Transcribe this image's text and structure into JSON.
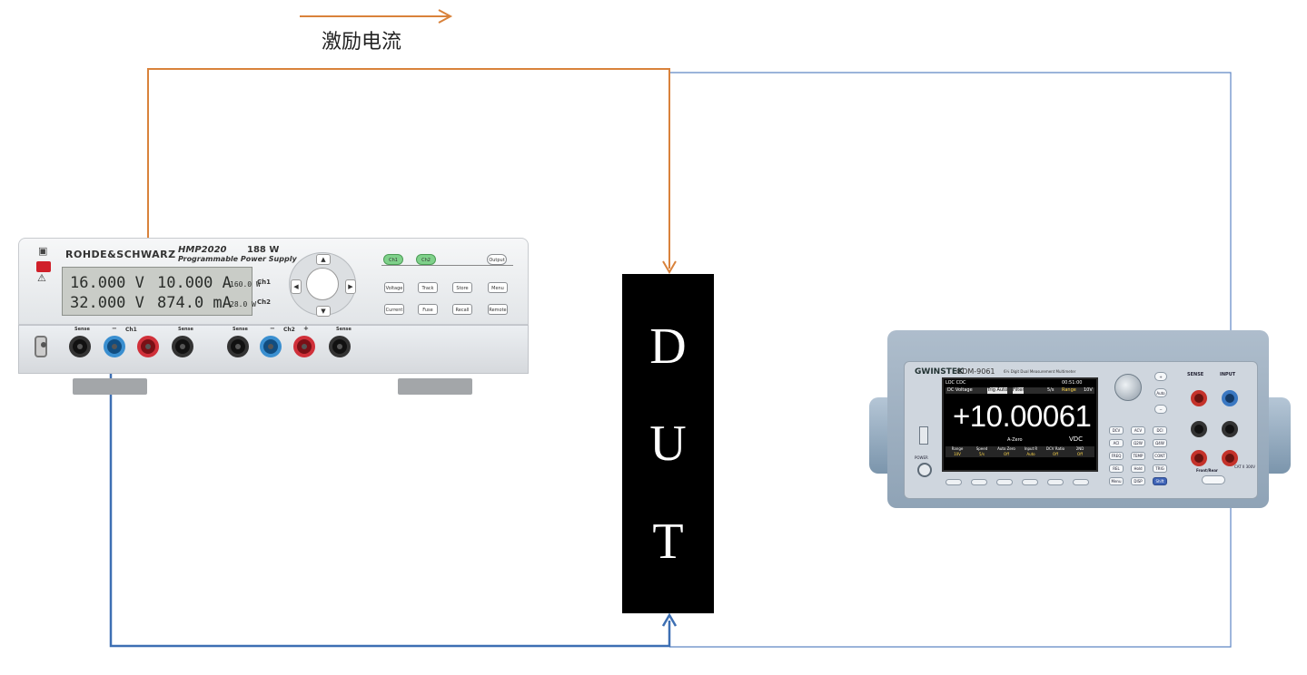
{
  "diagram": {
    "excitation_label": "激励电流",
    "dut_letters": [
      "D",
      "U",
      "T"
    ],
    "colors": {
      "excitation_wire": "#d9823b",
      "return_wire": "#3d6fb3",
      "sense_wire": "#5f86c4",
      "dut_block": "#000000"
    }
  },
  "power_supply": {
    "brand": "ROHDE&SCHWARZ",
    "model": "HMP2020",
    "power": "188 W",
    "subtitle": "Programmable Power Supply",
    "ch1": {
      "label": "Ch1",
      "voltage": "16.000 V",
      "current": "10.000 A",
      "power": "160.0 W"
    },
    "ch2": {
      "label": "Ch2",
      "voltage": "32.000 V",
      "current": "874.0 mA",
      "power": "28.0 W"
    },
    "buttons": {
      "ch1": "Ch1",
      "ch2": "Ch2",
      "output": "Output",
      "voltage": "Voltage",
      "track": "Track",
      "store": "Store",
      "menu": "Menu",
      "current": "Current",
      "fuse": "Fuse",
      "recall": "Recall",
      "remote": "Remote"
    },
    "terminals": {
      "sense": "Sense",
      "ch1": "Ch1",
      "ch2": "Ch2",
      "minus": "−",
      "plus": "+"
    }
  },
  "multimeter": {
    "brand": "GWINSTEK",
    "model": "GDM-9061",
    "subtitle": "6½ Digit Dual Measurement Multimeter",
    "status_left": "LOC  CDC",
    "status_right": "00:51:00",
    "mode_bar": {
      "function": "DC Voltage",
      "trig": "Trig Auto",
      "filter": "Filter",
      "rate": "5/s",
      "range_label": "Range",
      "range_value": "10V"
    },
    "reading": "+10.00061",
    "unit": "VDC",
    "azero": "A-Zero",
    "softkeys": [
      {
        "label": "Range",
        "value": "10V"
      },
      {
        "label": "Speed",
        "value": "5/s"
      },
      {
        "label": "Auto Zero",
        "value": "Off"
      },
      {
        "label": "Input R",
        "value": "Auto"
      },
      {
        "label": "DCV Ratio",
        "value": "Off"
      },
      {
        "label": "2ND",
        "value": "Off"
      }
    ],
    "keys": [
      "DCV",
      "ACV",
      "DCI",
      "ACI",
      "Ω2W",
      "Ω4W",
      "FREQ",
      "TEMP",
      "CONT",
      "REL",
      "Hold",
      "TRIG",
      "Menu",
      "DISP",
      "Shift"
    ],
    "nav_keys": [
      "+",
      "Auto",
      "−"
    ],
    "labels": {
      "power": "POWER",
      "sense": "SENSE",
      "input": "INPUT",
      "front_rear": "Front/Rear",
      "cat": "CAT II 300V"
    }
  }
}
